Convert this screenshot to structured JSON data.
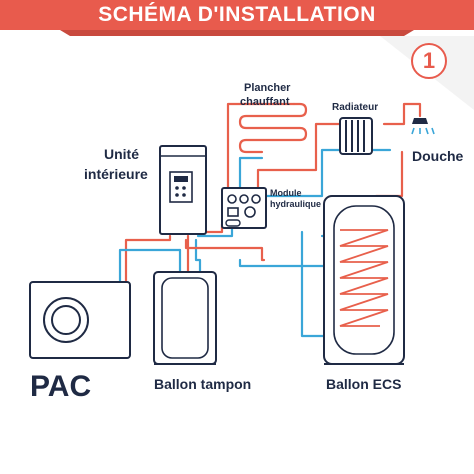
{
  "title": "SCHÉMA D'INSTALLATION",
  "step_number": "1",
  "colors": {
    "accent": "#e85b4d",
    "hot_pipe": "#e8604c",
    "cold_pipe": "#3aa6d8",
    "outline": "#1f2a44"
  },
  "labels": {
    "unite_interieure_1": "Unité",
    "unite_interieure_2": "intérieure",
    "plancher_1": "Plancher",
    "plancher_2": "chauffant",
    "radiateur": "Radiateur",
    "douche": "Douche",
    "module_1": "Module",
    "module_2": "hydraulique",
    "pac": "PAC",
    "ballon_tampon": "Ballon tampon",
    "ballon_ecs": "Ballon ECS"
  }
}
